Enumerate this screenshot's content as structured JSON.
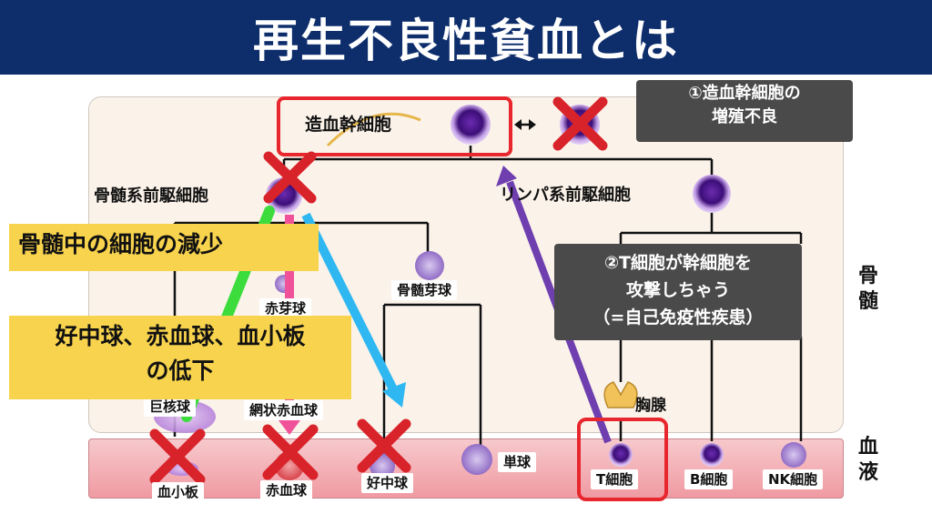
{
  "title": "再生不良性貧血とは",
  "regions": {
    "marrow": "骨髄",
    "blood": "血液"
  },
  "cells": {
    "stem": "造血幹細胞",
    "myeloid_progenitor": "骨髄系前駆細胞",
    "lymphoid_progenitor": "リンパ系前駆細胞",
    "erythroblast": "赤芽球",
    "myeloblast": "骨髄芽球",
    "megakaryocyte": "巨核球",
    "reticulocyte": "網状赤血球",
    "thymus": "胸腺",
    "platelet": "血小板",
    "rbc": "赤血球",
    "neutrophil": "好中球",
    "monocyte": "単球",
    "t_cell": "T細胞",
    "b_cell": "B細胞",
    "nk_cell": "NK細胞"
  },
  "callouts": {
    "stem_failure": [
      "①造血幹細胞の",
      "増殖不良"
    ],
    "t_attack": [
      "②T細胞が幹細胞を",
      "攻撃しちゃう",
      "（=自己免疫性疾患）"
    ],
    "marrow_decrease": "骨髄中の細胞の減少",
    "blood_decrease": [
      "好中球、赤血球、血小板",
      "の低下"
    ]
  },
  "colors": {
    "title_bg": "#0d2d6b",
    "highlight_red": "#e8262d",
    "cross_red": "#d9232a",
    "callout_dark": "#4a4a4a",
    "callout_yellow": "#f8d34d",
    "arrow_green": "#3ddc3d",
    "arrow_pink": "#f0529a",
    "arrow_blue": "#2eb7f0",
    "arrow_purple": "#6f3fb0",
    "cell_purple": "#3c0e78"
  }
}
